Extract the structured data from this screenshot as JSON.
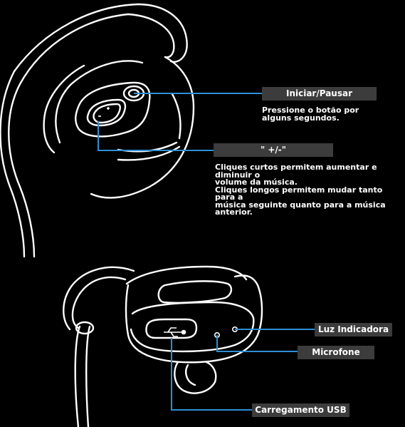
{
  "callouts": {
    "play_pause": {
      "label": "Iniciar/Pausar",
      "description": "Pressione o botão por\nalguns segundos."
    },
    "volume": {
      "label": "\" +/-\"",
      "description": "Cliques curtos permitem aumentar e diminuir o\nvolume da música.\nCliques longos permitem mudar tanto para a\nmúsica seguinte quanto para a música anterior."
    },
    "indicator_light": {
      "label": "Luz Indicadora"
    },
    "microphone": {
      "label": "Microfone"
    },
    "usb_charging": {
      "label": "Carregamento USB"
    }
  },
  "colors": {
    "background": "#000000",
    "outline": "#ffffff",
    "leader_line": "#2f8fd3",
    "label_bg": "#3c3c3c"
  }
}
